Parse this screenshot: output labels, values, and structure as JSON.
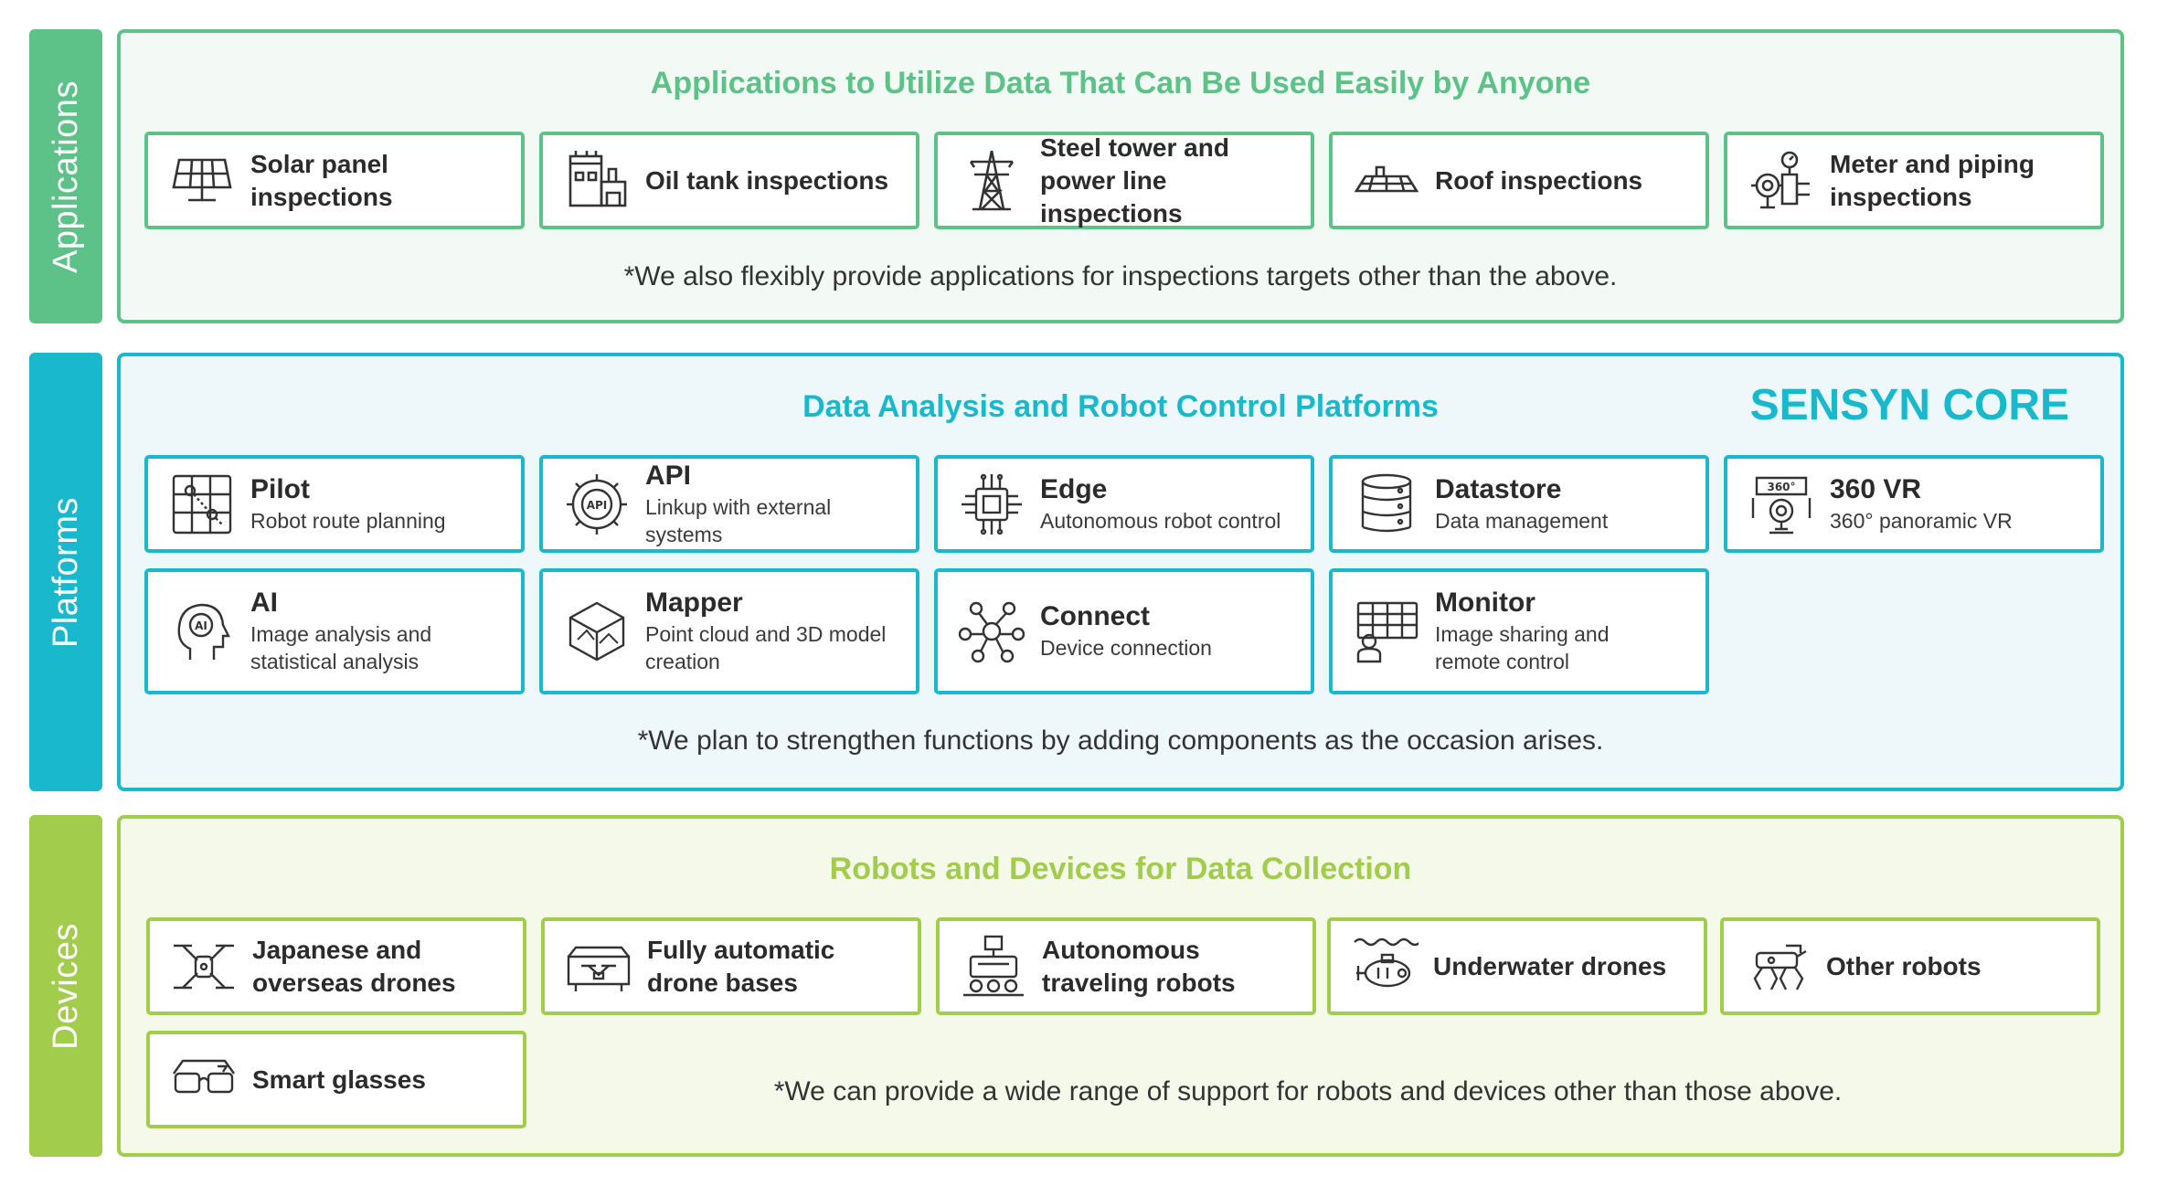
{
  "colors": {
    "applications": "#5dc287",
    "platforms": "#1ab8cc",
    "devices": "#a2cc4c",
    "applications_bg": "#f3faf5",
    "platforms_bg": "#eef8fa",
    "devices_bg": "#f5f9ea"
  },
  "applications": {
    "side_label": "Applications",
    "heading": "Applications to Utilize Data That Can Be Used Easily by Anyone",
    "items": [
      {
        "icon": "solar-panel-icon",
        "label": "Solar panel inspections"
      },
      {
        "icon": "oil-tank-icon",
        "label": "Oil tank inspections"
      },
      {
        "icon": "steel-tower-icon",
        "label": "Steel tower and power line inspections"
      },
      {
        "icon": "roof-icon",
        "label": "Roof inspections"
      },
      {
        "icon": "meter-piping-icon",
        "label": "Meter and piping inspections"
      }
    ],
    "note": "*We also flexibly provide applications for inspections targets other than the above."
  },
  "platforms": {
    "side_label": "Platforms",
    "heading": "Data Analysis and Robot Control Platforms",
    "brand": "SENSYN CORE",
    "items": [
      {
        "icon": "route-map-icon",
        "title": "Pilot",
        "subtitle": "Robot route planning"
      },
      {
        "icon": "api-gear-icon",
        "title": "API",
        "subtitle": "Linkup with external systems"
      },
      {
        "icon": "chip-icon",
        "title": "Edge",
        "subtitle": "Autonomous robot control"
      },
      {
        "icon": "database-icon",
        "title": "Datastore",
        "subtitle": "Data management"
      },
      {
        "icon": "vr-camera-icon",
        "title": "360 VR",
        "subtitle": "360° panoramic VR"
      },
      {
        "icon": "ai-head-icon",
        "title": "AI",
        "subtitle": "Image analysis and statistical analysis"
      },
      {
        "icon": "3d-cube-icon",
        "title": "Mapper",
        "subtitle": "Point cloud and 3D model creation"
      },
      {
        "icon": "network-icon",
        "title": "Connect",
        "subtitle": "Device connection"
      },
      {
        "icon": "monitor-operator-icon",
        "title": "Monitor",
        "subtitle": "Image sharing and remote control"
      }
    ],
    "note": "*We plan to strengthen functions by adding components as the occasion arises."
  },
  "devices": {
    "side_label": "Devices",
    "heading": "Robots and Devices for Data Collection",
    "items": [
      {
        "icon": "drone-icon",
        "label": "Japanese and overseas drones"
      },
      {
        "icon": "drone-base-icon",
        "label": "Fully automatic drone bases"
      },
      {
        "icon": "ground-robot-icon",
        "label": "Autonomous traveling robots"
      },
      {
        "icon": "underwater-drone-icon",
        "label": "Underwater drones"
      },
      {
        "icon": "quadruped-robot-icon",
        "label": "Other robots"
      },
      {
        "icon": "smart-glasses-icon",
        "label": "Smart glasses"
      }
    ],
    "note": "*We can provide a wide range of support for robots and devices other than those above."
  }
}
